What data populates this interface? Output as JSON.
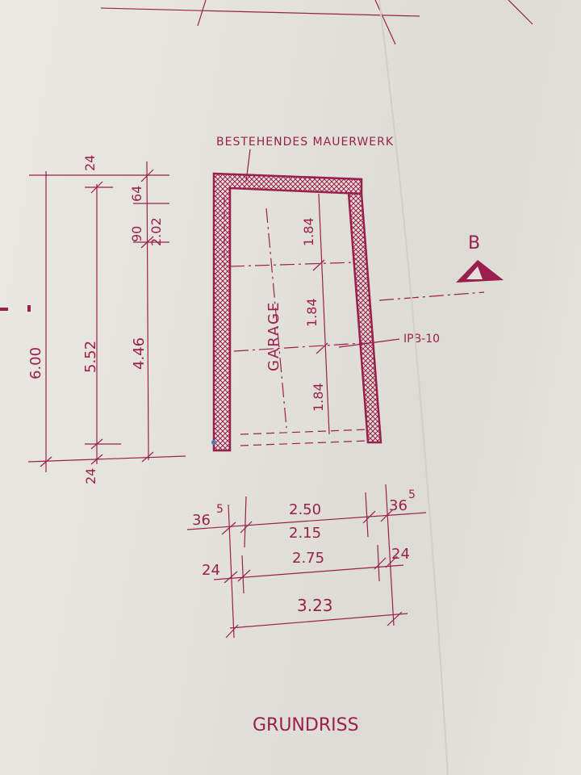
{
  "drawing": {
    "title": "GRUNDRISS",
    "label_existing_wall": "BESTEHENDES MAUERWERK",
    "room_label": "GARAGE",
    "beam_label": "IPB-10",
    "section_marker": "B",
    "ink_color": "#9b1f4e",
    "paper_color": "#e4e2da"
  },
  "vertical_dimensions": {
    "overall": "6.00",
    "inner": "5.52",
    "wall_top": "24",
    "wall_bottom": "24",
    "opening": "4.46",
    "sub_90": "90",
    "sub_64": "64",
    "sub_202": "2.02"
  },
  "interior_spacing": [
    "1.84",
    "1.84",
    "1.84"
  ],
  "horizontal_dimensions": {
    "row1_left": "36",
    "row1_left_sup": "5",
    "row1_mid": "2.50",
    "row1_right": "36",
    "row1_right_sup": "5",
    "row1_below": "2.15",
    "row2_left": "24",
    "row2_mid": "2.75",
    "row2_right": "24",
    "overall": "3.23"
  }
}
